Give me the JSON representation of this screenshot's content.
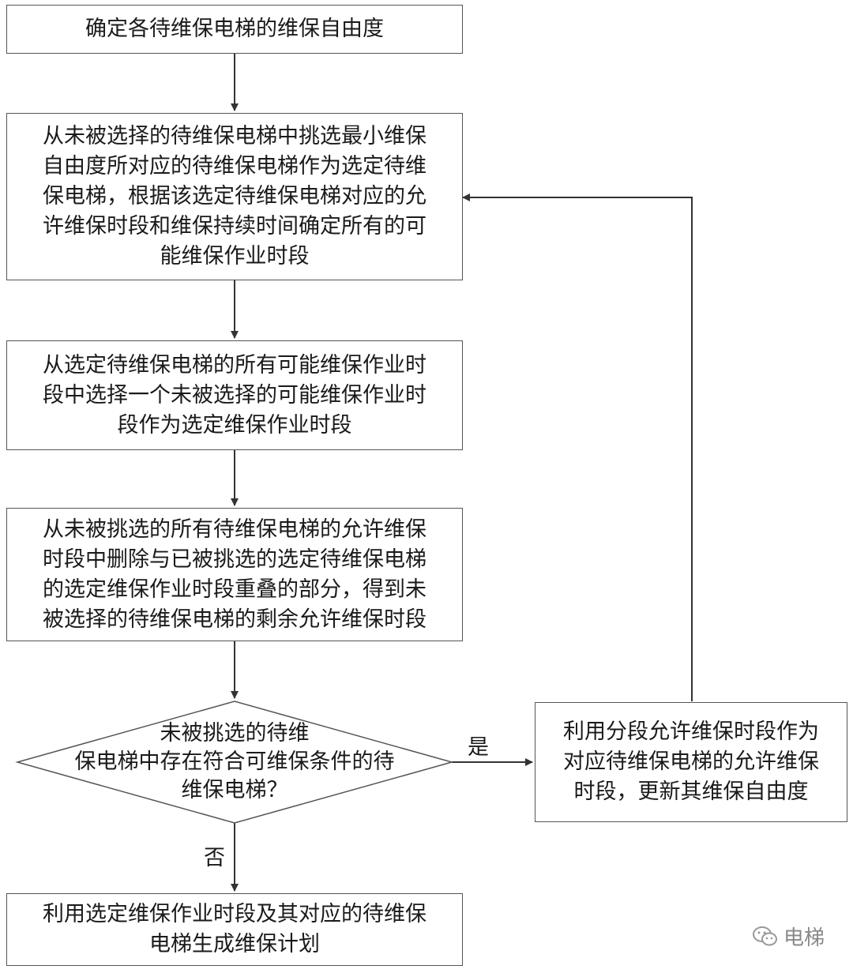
{
  "boxes": {
    "step1": [
      "确定各待维保电梯的维保自由度"
    ],
    "step2": [
      "从未被选择的待维保电梯中挑选最小维保",
      "自由度所对应的待维保电梯作为选定待维",
      "保电梯，根据该选定待维保电梯对应的允",
      "许维保时段和维保持续时间确定所有的可",
      "能维保作业时段"
    ],
    "step3": [
      "从选定待维保电梯的所有可能维保作业时",
      "段中选择一个未被选择的可能维保作业时",
      "段作为选定维保作业时段"
    ],
    "step4": [
      "从未被挑选的所有待维保电梯的允许维保",
      "时段中删除与已被挑选的选定待维保电梯",
      "的选定维保作业时段重叠的部分，得到未",
      "被选择的待维保电梯的剩余允许维保时段"
    ],
    "decision": [
      "未被挑选的待维",
      "保电梯中存在符合可维保条件的待",
      "维保电梯？"
    ],
    "side": [
      "利用分段允许维保时段作为",
      "对应待维保电梯的允许维保",
      "时段，更新其维保自由度"
    ],
    "final": [
      "利用选定维保作业时段及其对应的待维保",
      "电梯生成维保计划"
    ]
  },
  "labels": {
    "yes": "是",
    "no": "否"
  },
  "watermark": {
    "text": "电梯"
  },
  "colors": {
    "stroke": "#555555",
    "text": "#1a1a1a"
  }
}
